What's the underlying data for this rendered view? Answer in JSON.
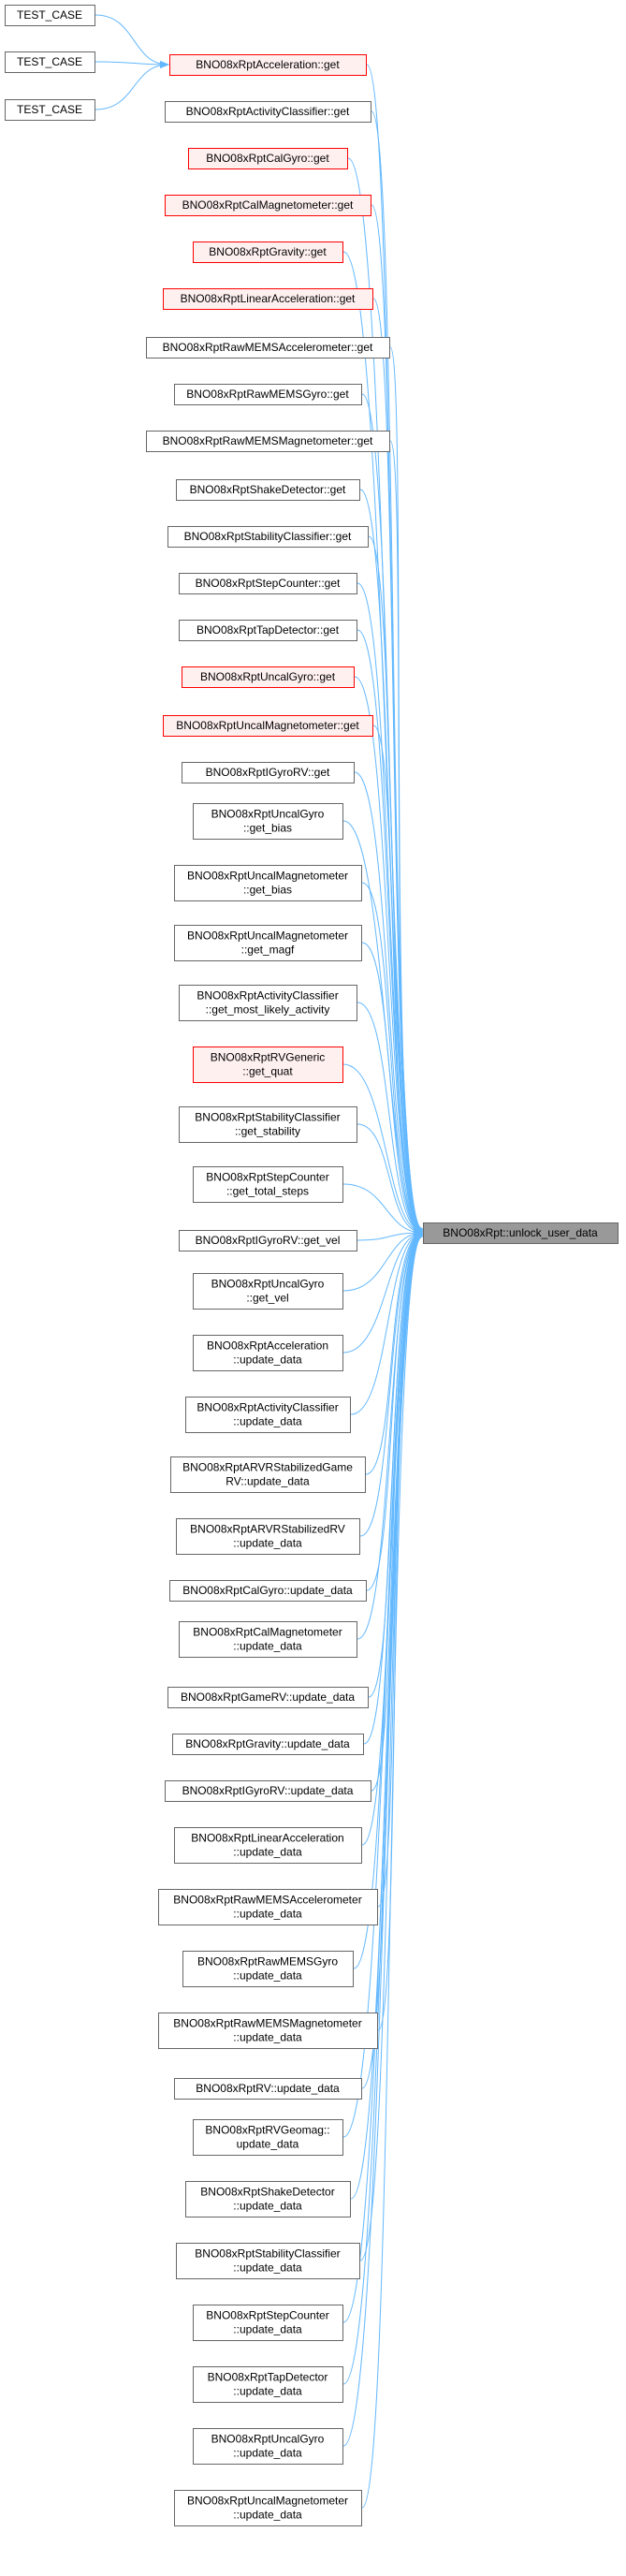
{
  "graph": {
    "target": {
      "label": "BNO08xRpt::unlock_user_data",
      "style": "target"
    },
    "callers_of_acceleration_get": [
      {
        "lines": [
          "TEST_CASE"
        ]
      },
      {
        "lines": [
          "TEST_CASE"
        ]
      },
      {
        "lines": [
          "TEST_CASE"
        ]
      }
    ],
    "callers": [
      {
        "lines": [
          "BNO08xRptAcceleration::get"
        ],
        "style": "red"
      },
      {
        "lines": [
          "BNO08xRptActivityClassifier::get"
        ],
        "style": "normal"
      },
      {
        "lines": [
          "BNO08xRptCalGyro::get"
        ],
        "style": "red"
      },
      {
        "lines": [
          "BNO08xRptCalMagnetometer::get"
        ],
        "style": "red"
      },
      {
        "lines": [
          "BNO08xRptGravity::get"
        ],
        "style": "red"
      },
      {
        "lines": [
          "BNO08xRptLinearAcceleration::get"
        ],
        "style": "red"
      },
      {
        "lines": [
          "BNO08xRptRawMEMSAccelerometer::get"
        ],
        "style": "normal"
      },
      {
        "lines": [
          "BNO08xRptRawMEMSGyro::get"
        ],
        "style": "normal"
      },
      {
        "lines": [
          "BNO08xRptRawMEMSMagnetometer::get"
        ],
        "style": "normal"
      },
      {
        "lines": [
          "BNO08xRptShakeDetector::get"
        ],
        "style": "normal"
      },
      {
        "lines": [
          "BNO08xRptStabilityClassifier::get"
        ],
        "style": "normal"
      },
      {
        "lines": [
          "BNO08xRptStepCounter::get"
        ],
        "style": "normal"
      },
      {
        "lines": [
          "BNO08xRptTapDetector::get"
        ],
        "style": "normal"
      },
      {
        "lines": [
          "BNO08xRptUncalGyro::get"
        ],
        "style": "red"
      },
      {
        "lines": [
          "BNO08xRptUncalMagnetometer::get"
        ],
        "style": "red"
      },
      {
        "lines": [
          "BNO08xRptIGyroRV::get"
        ],
        "style": "normal"
      },
      {
        "lines": [
          "BNO08xRptUncalGyro",
          "::get_bias"
        ],
        "style": "normal"
      },
      {
        "lines": [
          "BNO08xRptUncalMagnetometer",
          "::get_bias"
        ],
        "style": "normal"
      },
      {
        "lines": [
          "BNO08xRptUncalMagnetometer",
          "::get_magf"
        ],
        "style": "normal"
      },
      {
        "lines": [
          "BNO08xRptActivityClassifier",
          "::get_most_likely_activity"
        ],
        "style": "normal"
      },
      {
        "lines": [
          "BNO08xRptRVGeneric",
          "::get_quat"
        ],
        "style": "red"
      },
      {
        "lines": [
          "BNO08xRptStabilityClassifier",
          "::get_stability"
        ],
        "style": "normal"
      },
      {
        "lines": [
          "BNO08xRptStepCounter",
          "::get_total_steps"
        ],
        "style": "normal"
      },
      {
        "lines": [
          "BNO08xRptIGyroRV::get_vel"
        ],
        "style": "normal"
      },
      {
        "lines": [
          "BNO08xRptUncalGyro",
          "::get_vel"
        ],
        "style": "normal"
      },
      {
        "lines": [
          "BNO08xRptAcceleration",
          "::update_data"
        ],
        "style": "normal"
      },
      {
        "lines": [
          "BNO08xRptActivityClassifier",
          "::update_data"
        ],
        "style": "normal"
      },
      {
        "lines": [
          "BNO08xRptARVRStabilizedGame",
          "RV::update_data"
        ],
        "style": "normal"
      },
      {
        "lines": [
          "BNO08xRptARVRStabilizedRV",
          "::update_data"
        ],
        "style": "normal"
      },
      {
        "lines": [
          "BNO08xRptCalGyro::update_data"
        ],
        "style": "normal"
      },
      {
        "lines": [
          "BNO08xRptCalMagnetometer",
          "::update_data"
        ],
        "style": "normal"
      },
      {
        "lines": [
          "BNO08xRptGameRV::update_data"
        ],
        "style": "normal"
      },
      {
        "lines": [
          "BNO08xRptGravity::update_data"
        ],
        "style": "normal"
      },
      {
        "lines": [
          "BNO08xRptIGyroRV::update_data"
        ],
        "style": "normal"
      },
      {
        "lines": [
          "BNO08xRptLinearAcceleration",
          "::update_data"
        ],
        "style": "normal"
      },
      {
        "lines": [
          "BNO08xRptRawMEMSAccelerometer",
          "::update_data"
        ],
        "style": "normal"
      },
      {
        "lines": [
          "BNO08xRptRawMEMSGyro",
          "::update_data"
        ],
        "style": "normal"
      },
      {
        "lines": [
          "BNO08xRptRawMEMSMagnetometer",
          "::update_data"
        ],
        "style": "normal"
      },
      {
        "lines": [
          "BNO08xRptRV::update_data"
        ],
        "style": "normal"
      },
      {
        "lines": [
          "BNO08xRptRVGeomag::",
          "update_data"
        ],
        "style": "normal"
      },
      {
        "lines": [
          "BNO08xRptShakeDetector",
          "::update_data"
        ],
        "style": "normal"
      },
      {
        "lines": [
          "BNO08xRptStabilityClassifier",
          "::update_data"
        ],
        "style": "normal"
      },
      {
        "lines": [
          "BNO08xRptStepCounter",
          "::update_data"
        ],
        "style": "normal"
      },
      {
        "lines": [
          "BNO08xRptTapDetector",
          "::update_data"
        ],
        "style": "normal"
      },
      {
        "lines": [
          "BNO08xRptUncalGyro",
          "::update_data"
        ],
        "style": "normal"
      },
      {
        "lines": [
          "BNO08xRptUncalMagnetometer",
          "::update_data"
        ],
        "style": "normal"
      }
    ],
    "colors": {
      "edge": "#63b8ff",
      "normal_border": "#666666",
      "red_border": "#ff0000",
      "red_fill": "#fff0f0",
      "target_fill": "#999999",
      "target_border": "#666666"
    }
  }
}
